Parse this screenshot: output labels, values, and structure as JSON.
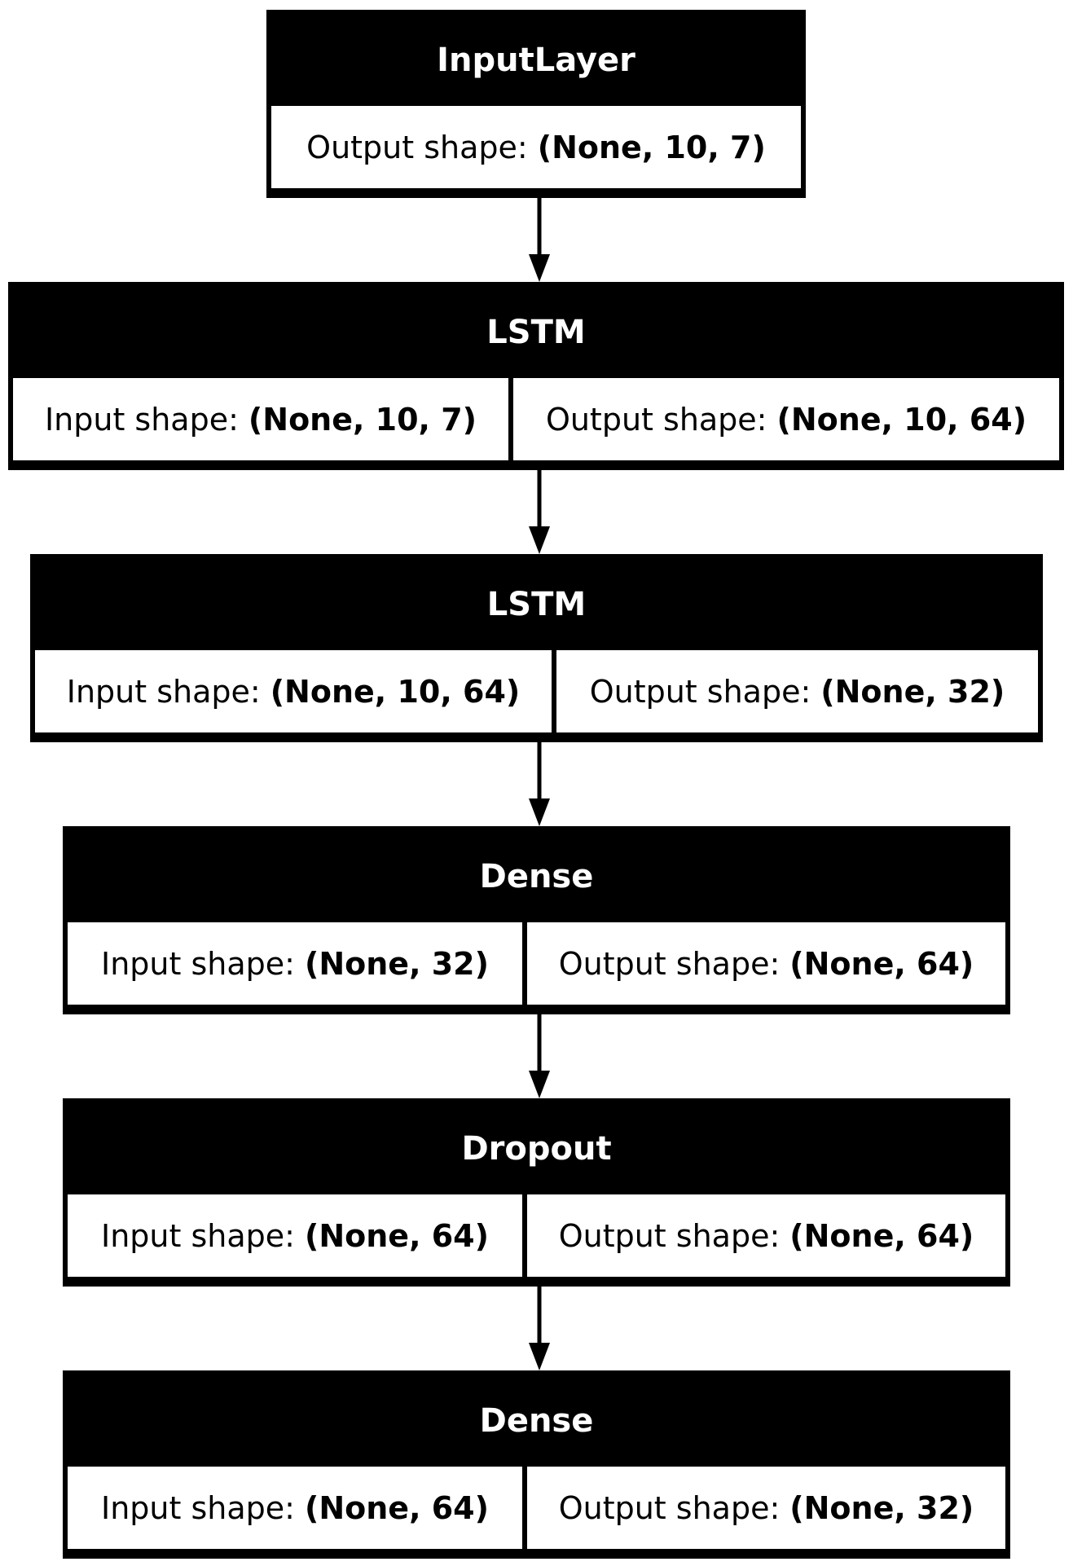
{
  "nodes": [
    {
      "name": "InputLayer",
      "fields": [
        {
          "label": "Output shape:",
          "value": "(None, 10, 7)"
        }
      ]
    },
    {
      "name": "LSTM",
      "fields": [
        {
          "label": "Input shape:",
          "value": "(None, 10, 7)"
        },
        {
          "label": "Output shape:",
          "value": "(None, 10, 64)"
        }
      ]
    },
    {
      "name": "LSTM",
      "fields": [
        {
          "label": "Input shape:",
          "value": "(None, 10, 64)"
        },
        {
          "label": "Output shape:",
          "value": "(None, 32)"
        }
      ]
    },
    {
      "name": "Dense",
      "fields": [
        {
          "label": "Input shape:",
          "value": "(None, 32)"
        },
        {
          "label": "Output shape:",
          "value": "(None, 64)"
        }
      ]
    },
    {
      "name": "Dropout",
      "fields": [
        {
          "label": "Input shape:",
          "value": "(None, 64)"
        },
        {
          "label": "Output shape:",
          "value": "(None, 64)"
        }
      ]
    },
    {
      "name": "Dense",
      "fields": [
        {
          "label": "Input shape:",
          "value": "(None, 64)"
        },
        {
          "label": "Output shape:",
          "value": "(None, 32)"
        }
      ]
    }
  ],
  "edges": [
    {
      "from": 0,
      "to": 1
    },
    {
      "from": 1,
      "to": 2
    },
    {
      "from": 2,
      "to": 3
    },
    {
      "from": 3,
      "to": 4
    },
    {
      "from": 4,
      "to": 5
    }
  ],
  "colors": {
    "header": "#000000",
    "header_text": "#ffffff",
    "cell_bg": "#ffffff",
    "edge": "#000000"
  }
}
